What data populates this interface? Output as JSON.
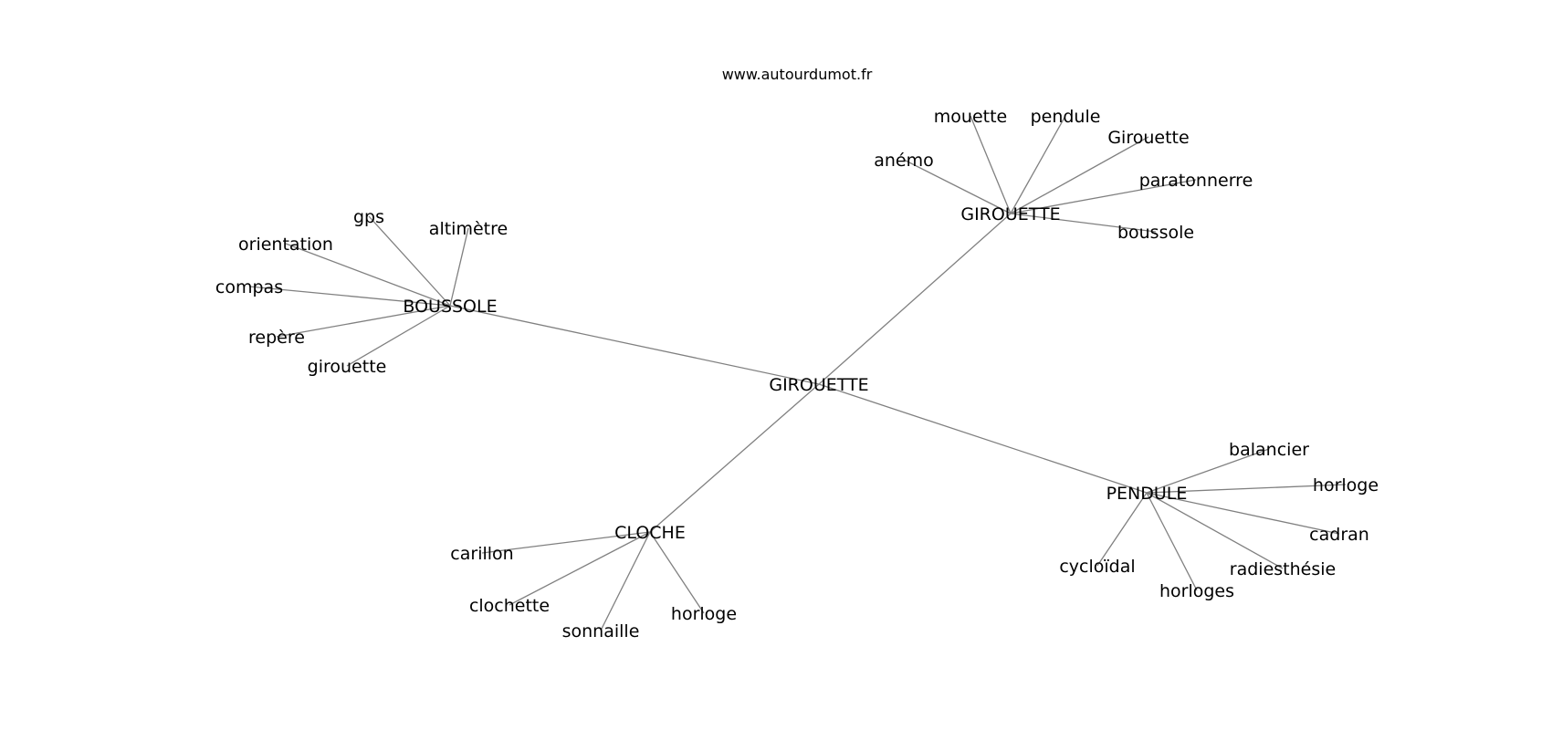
{
  "site": "www.autourdumot.fr",
  "root": {
    "id": "root",
    "label": "GIROUETTE"
  },
  "hubs": [
    {
      "id": "h_girouette",
      "label": "GIROUETTE",
      "leaves": [
        "anémo",
        "mouette",
        "pendule",
        "Girouette",
        "paratonnerre",
        "boussole"
      ]
    },
    {
      "id": "h_boussole",
      "label": "BOUSSOLE",
      "leaves": [
        "gps",
        "altimètre",
        "orientation",
        "compas",
        "repère",
        "girouette"
      ]
    },
    {
      "id": "h_pendule",
      "label": "PENDULE",
      "leaves": [
        "balancier",
        "horloge",
        "cadran",
        "radiesthésie",
        "horloges",
        "cycloïdal"
      ]
    },
    {
      "id": "h_cloche",
      "label": "CLOCHE",
      "leaves": [
        "carillon",
        "clochette",
        "sonnaille",
        "horloge"
      ]
    }
  ]
}
